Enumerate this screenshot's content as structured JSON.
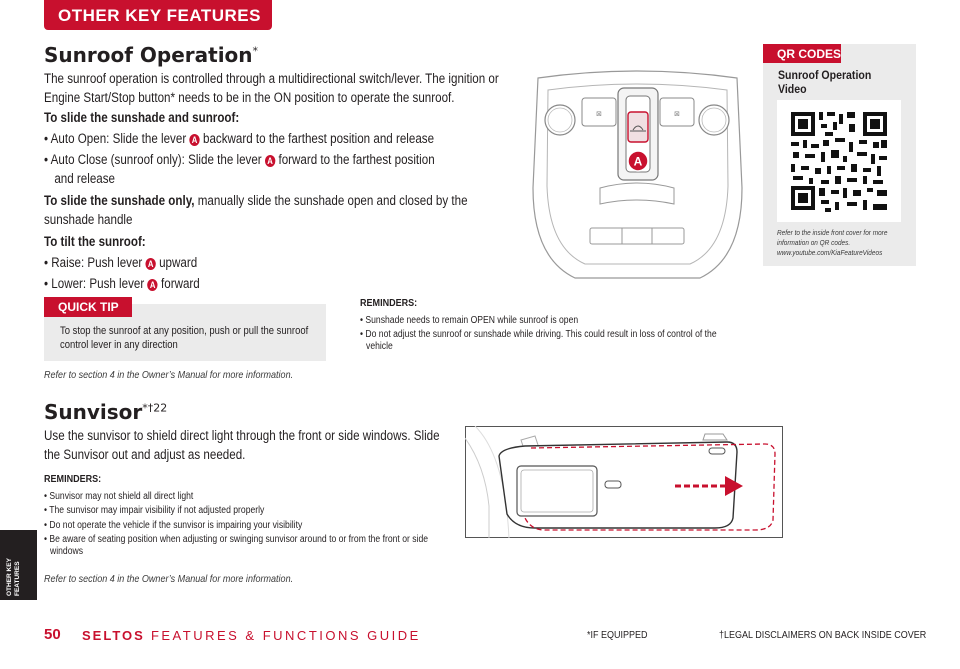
{
  "header": {
    "section_tab": "OTHER KEY FEATURES"
  },
  "side_tab": {
    "label": "OTHER KEY FEATURES"
  },
  "sunroof": {
    "title": "Sunroof Operation",
    "title_mark": "*",
    "intro": "The sunroof operation is controlled through a multidirectional switch/lever. The ignition or Engine Start/Stop button* needs to be in the ON position to operate the sunroof.",
    "slide_heading": "To slide the sunshade and sunroof:",
    "auto_open_a": "• Auto Open: Slide the lever",
    "auto_open_b": "backward to the farthest position and release",
    "auto_close_a": "• Auto Close (sunroof only): Slide the lever",
    "auto_close_b": "forward to the farthest position",
    "auto_close_c": "and release",
    "sunshade_bold": "To slide the sunshade only,",
    "sunshade_rest": "manually slide the sunshade open and closed by the sunshade handle",
    "tilt_heading": "To tilt the sunroof:",
    "raise_a": "• Raise: Push lever",
    "raise_b": "upward",
    "lower_a": "• Lower: Push lever",
    "lower_b": "forward",
    "badge": "A"
  },
  "quick_tip": {
    "label": "QUICK TIP",
    "text": "To stop the sunroof at any position, push or pull the sunroof control lever in any direction"
  },
  "sunroof_reminders": {
    "title": "REMINDERS:",
    "items": [
      "• Sunshade needs to remain OPEN while sunroof is open",
      "• Do not adjust the sunroof or sunshade while driving. This could result in loss of control of the vehicle"
    ]
  },
  "refer_1": "Refer to section 4 in the Owner’s Manual for more information.",
  "qr": {
    "label": "QR CODES",
    "title": "Sunroof Operation Video",
    "note": "Refer to the inside front cover for more information on QR codes. www.youtube.com/KiaFeatureVideos"
  },
  "sunvisor": {
    "title": "Sunvisor",
    "title_mark": "*†22",
    "intro": "Use the sunvisor to shield direct light through the front or side windows. Slide the Sunvisor out and adjust as needed.",
    "rem_title": "REMINDERS:",
    "items": [
      "• Sunvisor may not shield all direct light",
      "• The sunvisor may impair visibility if not adjusted properly",
      "• Do not operate the vehicle if the sunvisor is impairing your visibility",
      "• Be aware of seating position when adjusting or swinging sunvisor around to or from the front or side windows"
    ]
  },
  "refer_2": "Refer to section 4 in the Owner’s Manual for more information.",
  "footer": {
    "page": "50",
    "model": "SELTOS",
    "guide": "FEATURES & FUNCTIONS GUIDE",
    "if_equipped": "*IF EQUIPPED",
    "legal": "†LEGAL DISCLAIMERS ON BACK INSIDE COVER"
  },
  "colors": {
    "accent": "#c8102e",
    "panel": "#ebebeb",
    "text": "#231f20"
  }
}
